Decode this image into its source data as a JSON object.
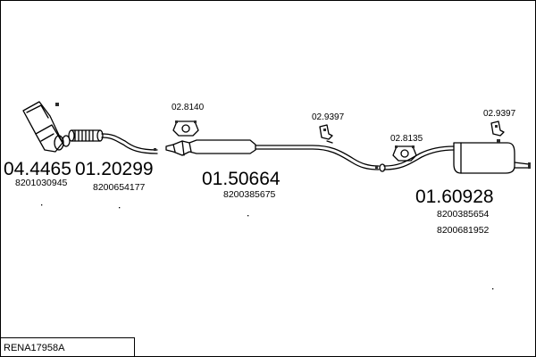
{
  "reference": "RENA17958A",
  "parts": [
    {
      "number": "04.4465",
      "oem": [
        "8201030945"
      ]
    },
    {
      "number": "01.20299",
      "oem": [
        "8200654177"
      ]
    },
    {
      "number": "01.50664",
      "oem": [
        "8200385675"
      ]
    },
    {
      "number": "01.60928",
      "oem": [
        "8200385654",
        "8200681952"
      ]
    }
  ],
  "accessories": [
    {
      "number": "02.8140"
    },
    {
      "number": "02.9397"
    },
    {
      "number": "02.8135"
    },
    {
      "number": "02.9397"
    }
  ],
  "icons": [
    "catalytic-converter-icon",
    "front-pipe-icon",
    "centre-silencer-icon",
    "rear-silencer-icon",
    "rubber-mount-icon",
    "hanger-clip-icon"
  ]
}
